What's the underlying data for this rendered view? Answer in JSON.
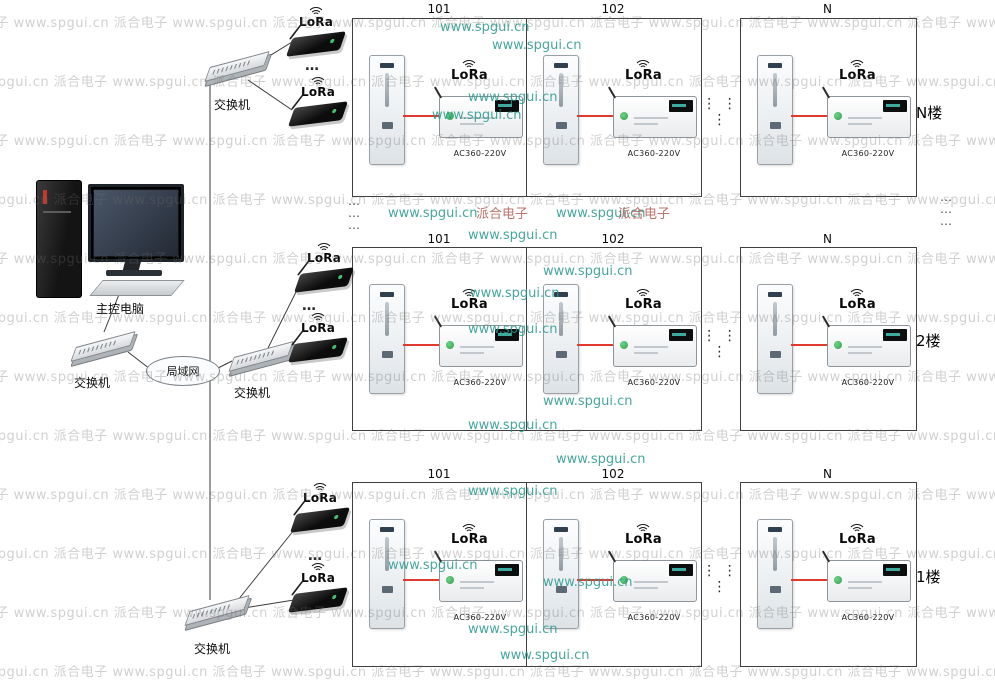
{
  "watermark": {
    "cn": "派合电子",
    "url": "www.spgui.cn"
  },
  "labels": {
    "computer": "主控电脑",
    "switch": "交换机",
    "lan": "局域网",
    "lora": "LoRa",
    "controller_model": "AC360-220V",
    "hdots": "…",
    "vdots": "⋮ ⋮ ⋮",
    "row_dots": "⋯"
  },
  "floors": [
    {
      "label": "N楼",
      "rooms": [
        {
          "number": "101"
        },
        {
          "number": "102"
        },
        {
          "number": "N"
        }
      ]
    },
    {
      "label": "2楼",
      "rooms": [
        {
          "number": "101"
        },
        {
          "number": "102"
        },
        {
          "number": "N"
        }
      ]
    },
    {
      "label": "1楼",
      "rooms": [
        {
          "number": "101"
        },
        {
          "number": "102"
        },
        {
          "number": "N"
        }
      ]
    }
  ]
}
